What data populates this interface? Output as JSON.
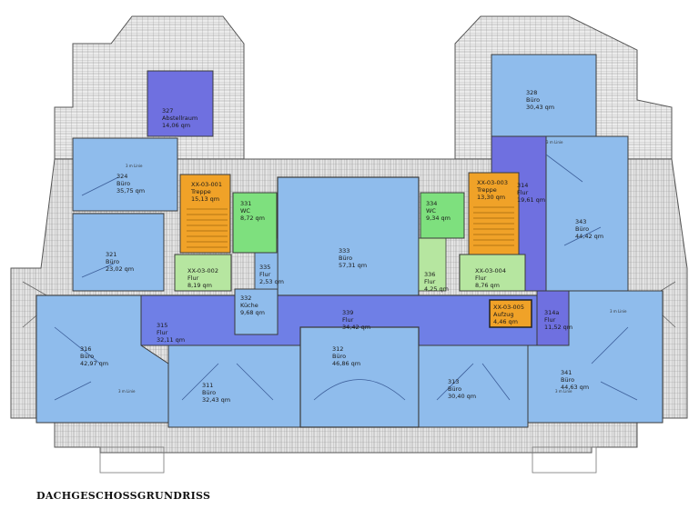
{
  "title": "DACHGESCHOSSGRUNDRISS",
  "colors": {
    "office": "#8fbcec",
    "corridor": "#6f7fe6",
    "stair": "#f0a228",
    "wc": "#7ee07e",
    "landing": "#b6e6a0",
    "roof": "#e8e8e8",
    "wall": "#3a3a3a"
  },
  "slope_label": "3 m Linie",
  "rooms": [
    {
      "id": "r327",
      "num": "327",
      "name": "Abstellraum",
      "area": "14,06 qm"
    },
    {
      "id": "r328",
      "num": "328",
      "name": "Büro",
      "area": "30,43 qm"
    },
    {
      "id": "r324",
      "num": "324",
      "name": "Büro",
      "area": "35,75 qm"
    },
    {
      "id": "xx001",
      "num": "XX-03-001",
      "name": "Treppe",
      "area": "15,13 qm"
    },
    {
      "id": "r331",
      "num": "331",
      "name": "WC",
      "area": "8,72 qm"
    },
    {
      "id": "r333",
      "num": "333",
      "name": "Büro",
      "area": "57,31 qm"
    },
    {
      "id": "r334",
      "num": "334",
      "name": "WC",
      "area": "9,34 qm"
    },
    {
      "id": "xx003",
      "num": "XX-03-003",
      "name": "Treppe",
      "area": "13,30 qm"
    },
    {
      "id": "r314",
      "num": "314",
      "name": "Flur",
      "area": "19,61 qm"
    },
    {
      "id": "r343",
      "num": "343",
      "name": "Büro",
      "area": "44,42 qm"
    },
    {
      "id": "r321",
      "num": "321",
      "name": "Büro",
      "area": "23,02 qm"
    },
    {
      "id": "xx002",
      "num": "XX-03-002",
      "name": "Flur",
      "area": "8,19 qm"
    },
    {
      "id": "r335",
      "num": "335",
      "name": "Flur",
      "area": "2,53 qm"
    },
    {
      "id": "r336",
      "num": "336",
      "name": "Flur",
      "area": "4,25 qm"
    },
    {
      "id": "xx004",
      "num": "XX-03-004",
      "name": "Flur",
      "area": "8,76 qm"
    },
    {
      "id": "r332",
      "num": "332",
      "name": "Küche",
      "area": "9,68 qm"
    },
    {
      "id": "r315",
      "num": "315",
      "name": "Flur",
      "area": "32,11 qm"
    },
    {
      "id": "r339",
      "num": "339",
      "name": "Flur",
      "area": "34,42 qm"
    },
    {
      "id": "xx005",
      "num": "XX-03-005",
      "name": "Aufzug",
      "area": "4,46 qm"
    },
    {
      "id": "r314a",
      "num": "314a",
      "name": "Flur",
      "area": "11,52 qm"
    },
    {
      "id": "r316",
      "num": "316",
      "name": "Büro",
      "area": "42,97 qm"
    },
    {
      "id": "r312",
      "num": "312",
      "name": "Büro",
      "area": "46,86 qm"
    },
    {
      "id": "r311",
      "num": "311",
      "name": "Büro",
      "area": "32,43 qm"
    },
    {
      "id": "r313",
      "num": "313",
      "name": "Büro",
      "area": "30,40 qm"
    },
    {
      "id": "r341",
      "num": "341",
      "name": "Büro",
      "area": "44,63 qm"
    }
  ]
}
